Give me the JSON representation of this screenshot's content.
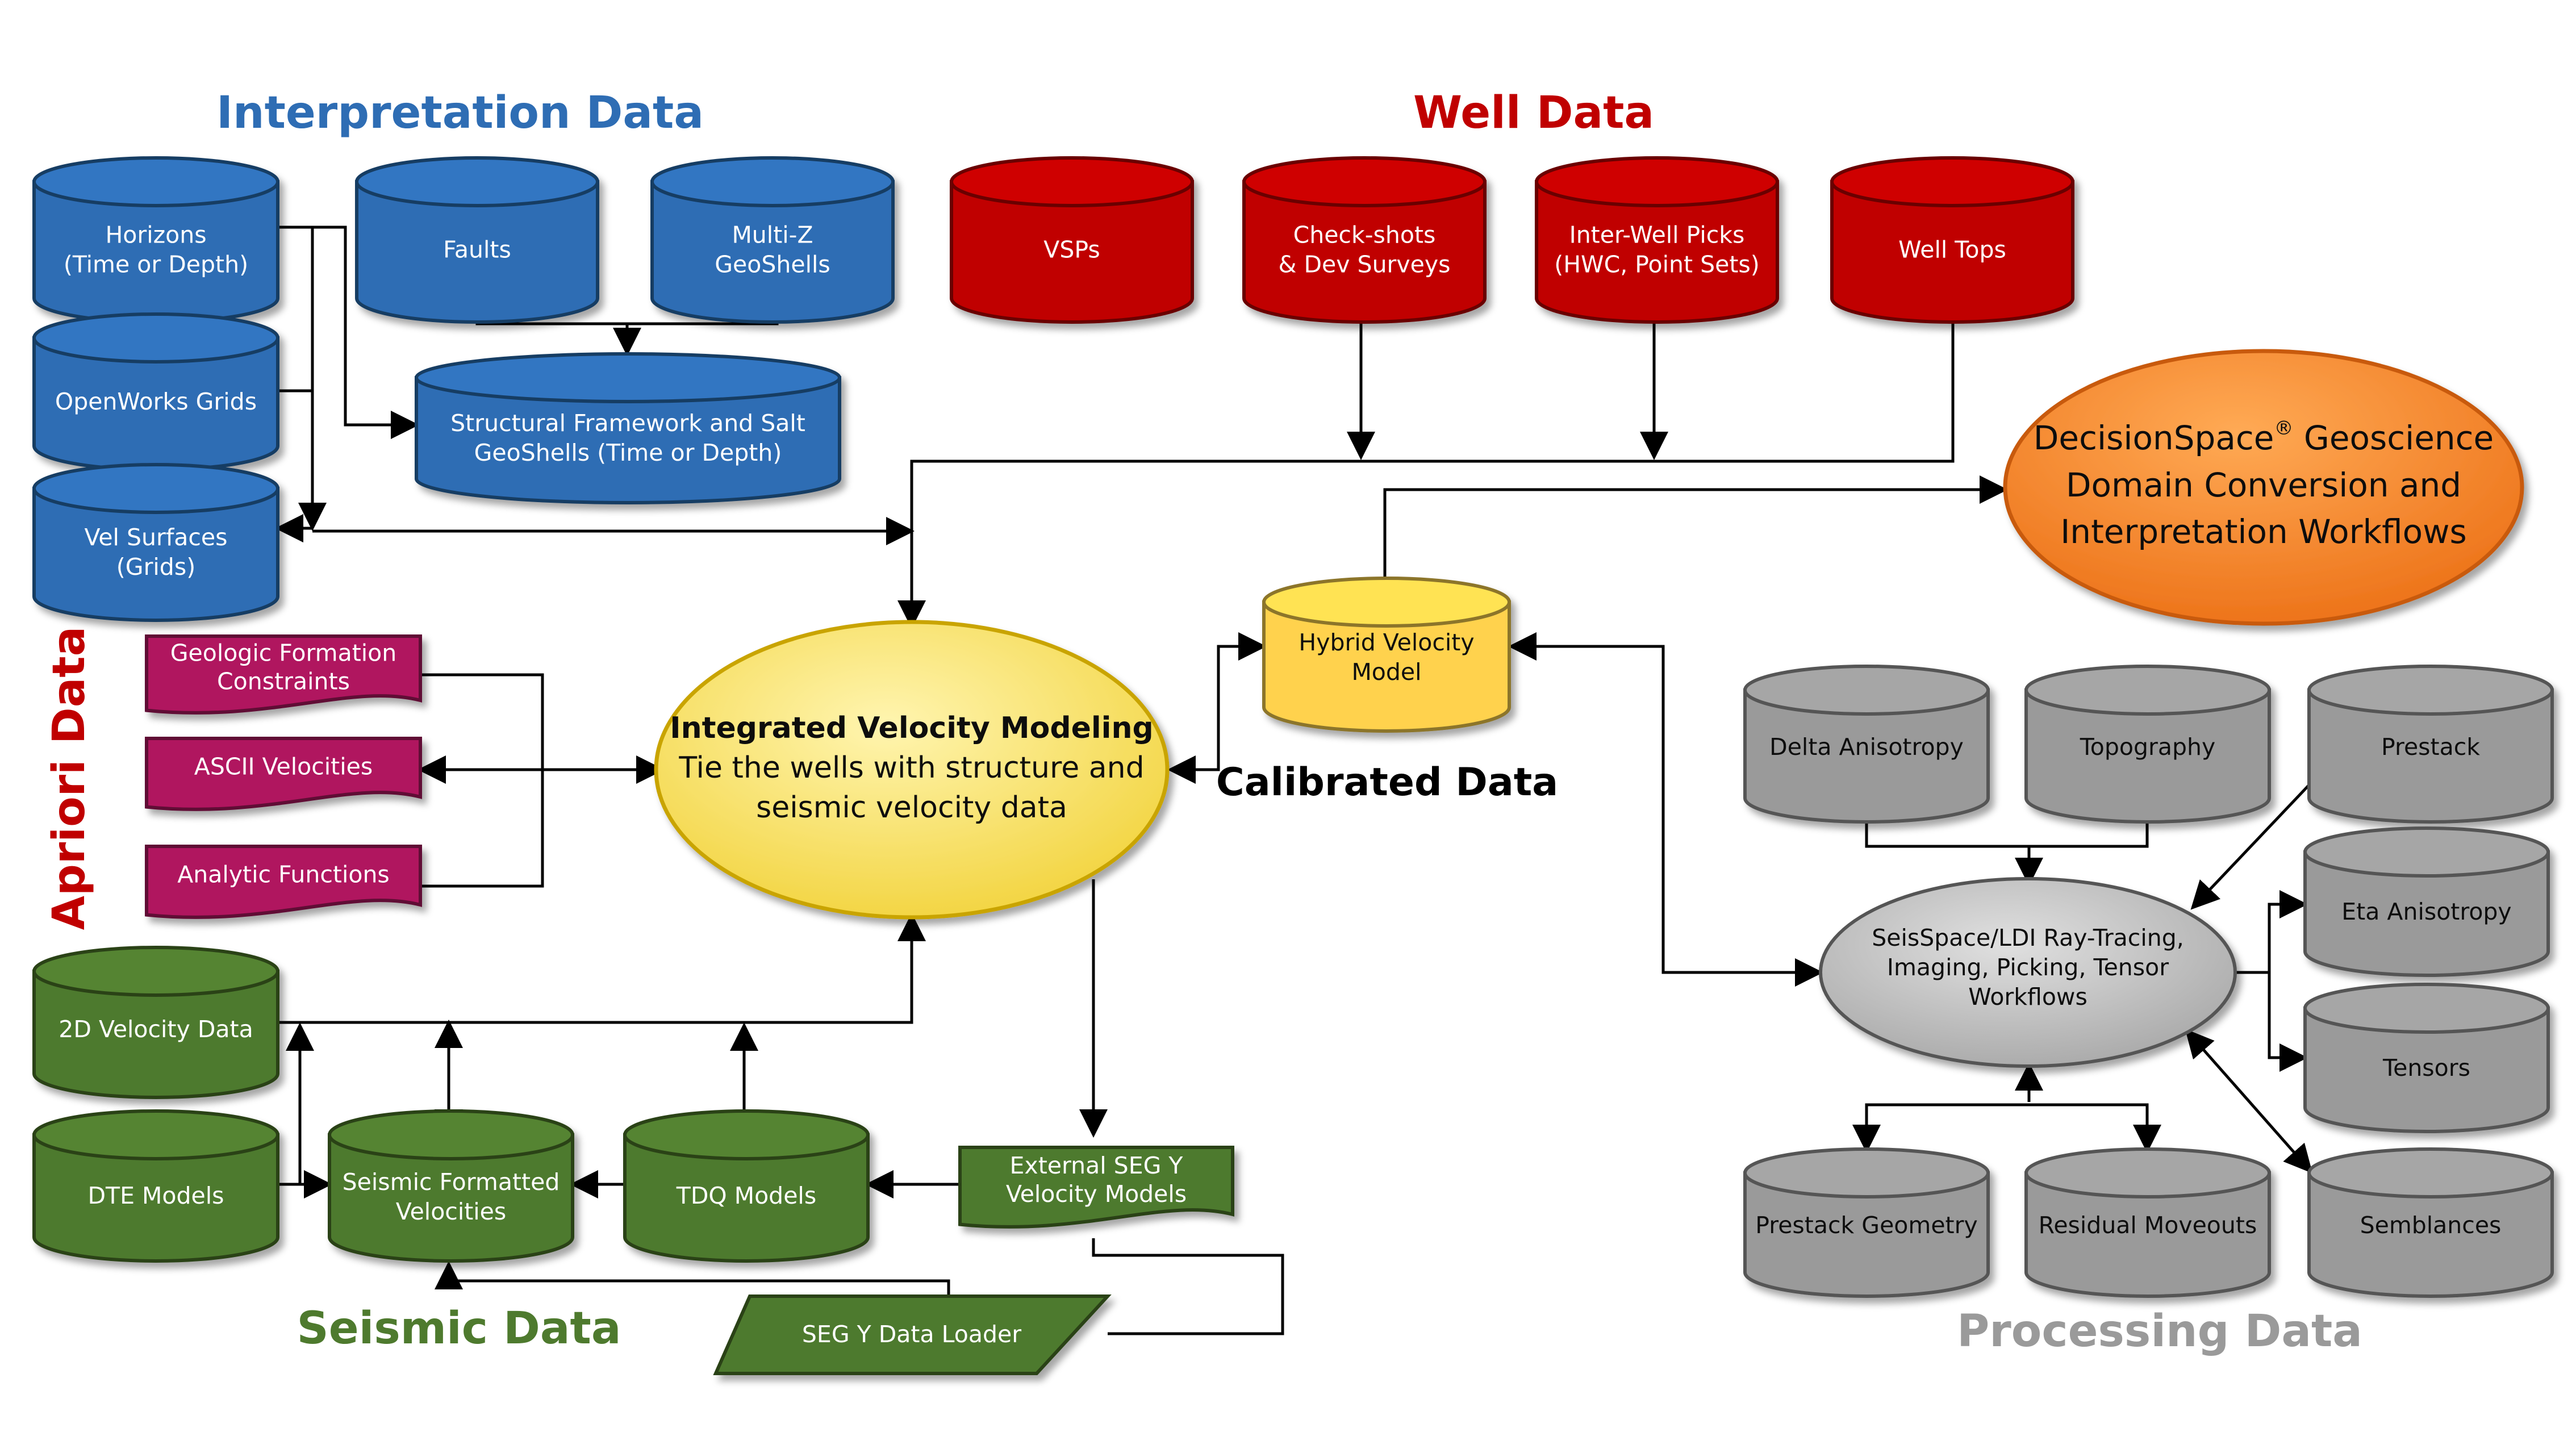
{
  "colors": {
    "interpretation": "#2E6DB4",
    "well": "#C00000",
    "apriori": "#B0125E",
    "seismic": "#4E7A2E",
    "processing": "#9A9A9A",
    "integrated": "#F5D94A",
    "calibrated": "#FFD24D",
    "decisionspace": "#F07E1E"
  },
  "titles": {
    "interpretation": "Interpretation Data",
    "well": "Well Data",
    "apriori": "Apriori Data",
    "seismic": "Seismic Data",
    "processing": "Processing Data",
    "calibrated": "Calibrated Data"
  },
  "nodes": {
    "horizons": [
      "Horizons",
      "(Time or Depth)"
    ],
    "faults": [
      "Faults"
    ],
    "multiz": [
      "Multi-Z",
      "GeoShells"
    ],
    "openworks": [
      "OpenWorks Grids"
    ],
    "structural": [
      "Structural Framework and Salt",
      "GeoShells (Time or Depth)"
    ],
    "velsurfaces": [
      "Vel Surfaces",
      "(Grids)"
    ],
    "vsps": [
      "VSPs"
    ],
    "checkshots": [
      "Check-shots",
      "& Dev Surveys"
    ],
    "interwell": [
      "Inter-Well Picks",
      "(HWC, Point Sets)"
    ],
    "welltops": [
      "Well Tops"
    ],
    "geologic": [
      "Geologic Formation",
      "Constraints"
    ],
    "ascii": [
      "ASCII Velocities"
    ],
    "analytic": [
      "Analytic Functions"
    ],
    "integrated": {
      "title": "Integrated Velocity Modeling",
      "lines": [
        "Tie the wells with structure and",
        "seismic velocity data"
      ]
    },
    "hybrid": [
      "Hybrid Velocity",
      "Model"
    ],
    "decisionspace": {
      "line1": "DecisionSpace",
      "reg": "®",
      "line1b": " Geoscience",
      "line2": "Domain Conversion and",
      "line3": "Interpretation Workflows"
    },
    "vel2d": [
      "2D Velocity Data"
    ],
    "dte": [
      "DTE Models"
    ],
    "seismicformatted": [
      "Seismic Formatted",
      "Velocities"
    ],
    "tdq": [
      "TDQ Models"
    ],
    "externalsegy": [
      "External SEG Y",
      "Velocity Models"
    ],
    "segyloader": [
      "SEG Y Data Loader"
    ],
    "delta": [
      "Delta Anisotropy"
    ],
    "topography": [
      "Topography"
    ],
    "prestack": [
      "Prestack"
    ],
    "seisspace": [
      "SeisSpace/LDI Ray-Tracing,",
      "Imaging, Picking, Tensor",
      "Workflows"
    ],
    "eta": [
      "Eta Anisotropy"
    ],
    "tensors": [
      "Tensors"
    ],
    "prestackgeom": [
      "Prestack Geometry"
    ],
    "residual": [
      "Residual Moveouts"
    ],
    "semblances": [
      "Semblances"
    ]
  }
}
